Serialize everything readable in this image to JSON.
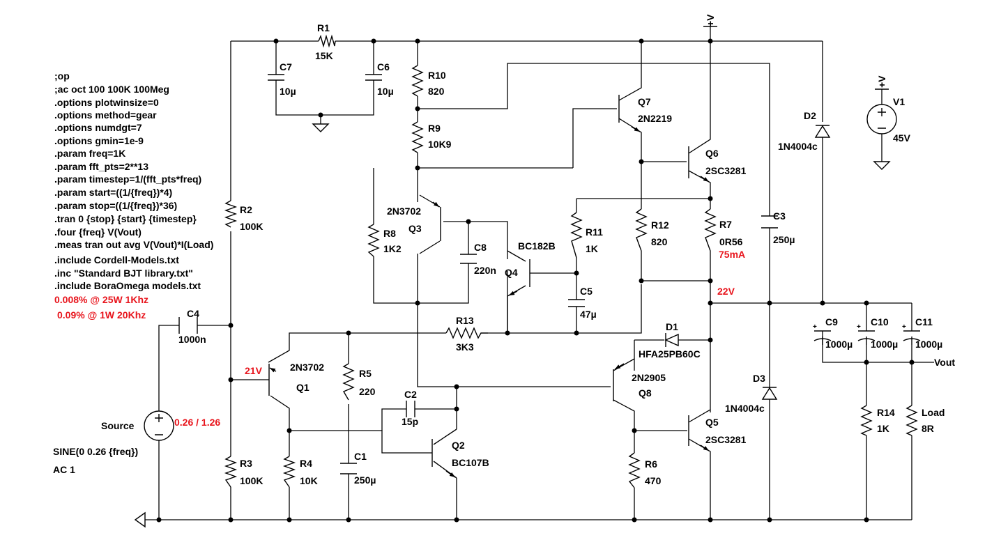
{
  "directives": [
    ";op",
    ";ac oct 100 100K 100Meg",
    ".options plotwinsize=0",
    ".options method=gear",
    ".options numdgt=7",
    ".options gmin=1e-9",
    ".param freq=1K",
    ".param fft_pts=2**13",
    ".param timestep=1/(fft_pts*freq)",
    ".param start=((1/{freq})*4)",
    ".param stop=((1/{freq})*36)",
    ".tran 0 {stop} {start} {timestep}",
    ".four {freq} V(Vout)",
    ".meas tran out avg V(Vout)*I(Load)",
    ".include Cordell-Models.txt",
    ".inc \"Standard BJT library.txt\"",
    ".include BoraOmega models.txt"
  ],
  "notes": {
    "distortion_1": "0.008% @ 25W 1Khz",
    "distortion_2": "0.09% @ 1W 20Khz"
  },
  "source": {
    "name": "Source",
    "amplitude": "0.26 / 1.26",
    "sine": "SINE(0 0.26 {freq})",
    "ac": "AC 1"
  },
  "supply": {
    "name": "V1",
    "value": "45V",
    "rail": "+V"
  },
  "output_label": "Vout",
  "readouts": {
    "q1_base": "21V",
    "r7_current": "75mA",
    "out_node": "22V"
  },
  "resistors": {
    "R1": {
      "ref": "R1",
      "value": "15K"
    },
    "R2": {
      "ref": "R2",
      "value": "100K"
    },
    "R3": {
      "ref": "R3",
      "value": "100K"
    },
    "R4": {
      "ref": "R4",
      "value": "10K"
    },
    "R5": {
      "ref": "R5",
      "value": "220"
    },
    "R6": {
      "ref": "R6",
      "value": "470"
    },
    "R7": {
      "ref": "R7",
      "value": "0R56"
    },
    "R8": {
      "ref": "R8",
      "value": "1K2"
    },
    "R9": {
      "ref": "R9",
      "value": "10K9"
    },
    "R10": {
      "ref": "R10",
      "value": "820"
    },
    "R11": {
      "ref": "R11",
      "value": "1K"
    },
    "R12": {
      "ref": "R12",
      "value": "820"
    },
    "R13": {
      "ref": "R13",
      "value": "3K3"
    },
    "R14": {
      "ref": "R14",
      "value": "1K"
    },
    "Load": {
      "ref": "Load",
      "value": "8R"
    }
  },
  "capacitors": {
    "C1": {
      "ref": "C1",
      "value": "250µ"
    },
    "C2": {
      "ref": "C2",
      "value": "15p"
    },
    "C3": {
      "ref": "C3",
      "value": "250µ"
    },
    "C4": {
      "ref": "C4",
      "value": "1000n"
    },
    "C5": {
      "ref": "C5",
      "value": "47µ"
    },
    "C6": {
      "ref": "C6",
      "value": "10µ"
    },
    "C7": {
      "ref": "C7",
      "value": "10µ"
    },
    "C8": {
      "ref": "C8",
      "value": "220n"
    },
    "C9": {
      "ref": "C9",
      "value": "1000µ"
    },
    "C10": {
      "ref": "C10",
      "value": "1000µ"
    },
    "C11": {
      "ref": "C11",
      "value": "1000µ"
    }
  },
  "transistors": {
    "Q1": {
      "ref": "Q1",
      "model": "2N3702"
    },
    "Q2": {
      "ref": "Q2",
      "model": "BC107B"
    },
    "Q3": {
      "ref": "Q3",
      "model": "2N3702"
    },
    "Q4": {
      "ref": "Q4",
      "model": "BC182B"
    },
    "Q5": {
      "ref": "Q5",
      "model": "2SC3281"
    },
    "Q6": {
      "ref": "Q6",
      "model": "2SC3281"
    },
    "Q7": {
      "ref": "Q7",
      "model": "2N2219"
    },
    "Q8": {
      "ref": "Q8",
      "model": "2N2905"
    }
  },
  "diodes": {
    "D1": {
      "ref": "D1",
      "model": "HFA25PB60C"
    },
    "D2": {
      "ref": "D2",
      "model": "1N4004c"
    },
    "D3": {
      "ref": "D3",
      "model": "1N4004c"
    }
  }
}
